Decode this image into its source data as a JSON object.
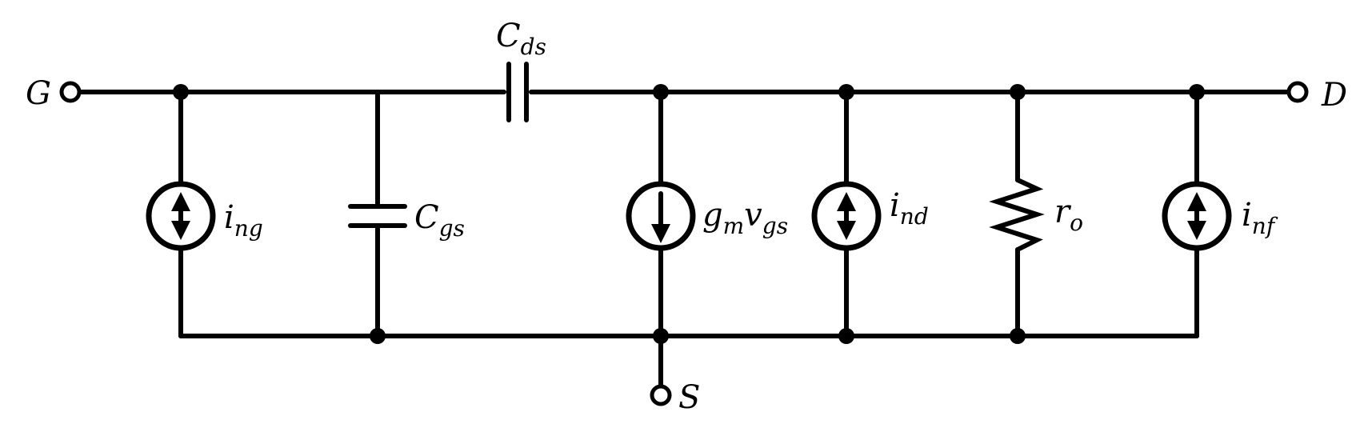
{
  "terminals": {
    "gate": "G",
    "drain": "D",
    "source": "S"
  },
  "components": {
    "cds": {
      "base": "C",
      "sub": "ds"
    },
    "cgs": {
      "base": "C",
      "sub": "gs"
    },
    "ing": {
      "base": "i",
      "sub": "ng"
    },
    "gm": {
      "base1": "g",
      "sub1": "m",
      "base2": "v",
      "sub2": "gs"
    },
    "ind": {
      "base": "i",
      "sub": "nd"
    },
    "ro": {
      "base": "r",
      "sub": "o"
    },
    "inf": {
      "base": "i",
      "sub": "nf"
    }
  }
}
